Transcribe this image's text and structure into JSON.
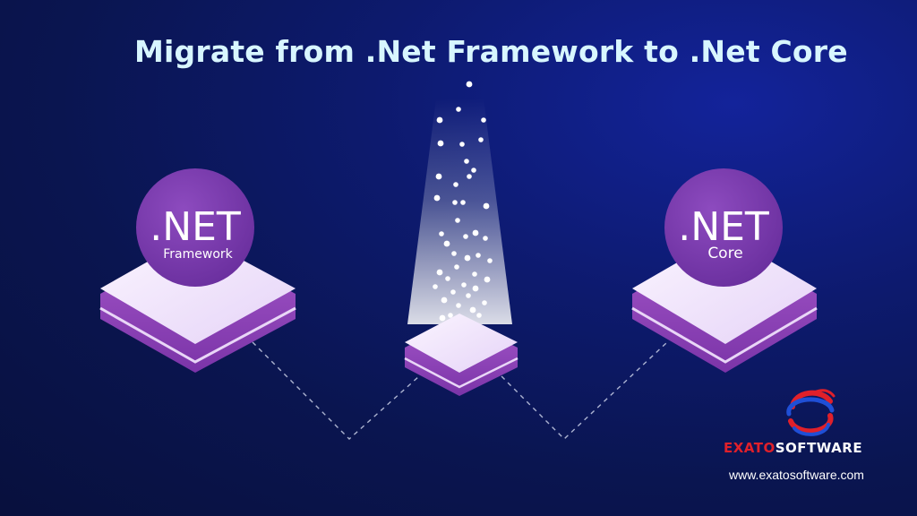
{
  "title": "Migrate from .Net Framework to .Net Core",
  "left_logo": {
    "primary": ".NET",
    "secondary": "Framework"
  },
  "right_logo": {
    "primary": ".NET",
    "secondary": "Core"
  },
  "brand": {
    "name_part1": "EXATO",
    "name_part2": "SOFTWARE",
    "url": "www.exatosoftware.com",
    "icon": "exato-swirl-logo-icon"
  },
  "colors": {
    "background": "#0a1550",
    "title": "#d8f6ff",
    "net_purple": "#7a3cae",
    "platform_top": "#f4eafd",
    "platform_side": "#8f42b9",
    "brand_red": "#e0202a",
    "brand_blue": "#1f4fd6"
  }
}
